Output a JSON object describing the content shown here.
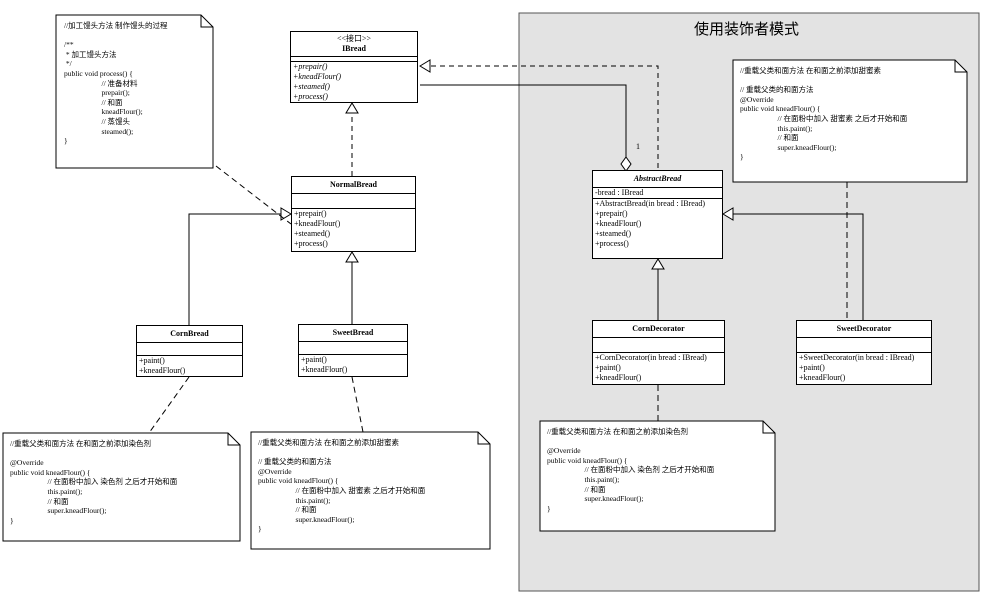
{
  "group": {
    "title": "使用装饰者模式"
  },
  "classes": {
    "ibread": {
      "stereotype": "<<接口>>",
      "name": "IBread",
      "attributes": [],
      "methods": [
        "+prepair()",
        "+kneadFlour()",
        "+steamed()",
        "+process()"
      ]
    },
    "normal": {
      "name": "NormalBread",
      "attributes": [],
      "methods": [
        "+prepair()",
        "+kneadFlour()",
        "+steamed()",
        "+process()"
      ]
    },
    "corn": {
      "name": "CornBread",
      "attributes": [],
      "methods": [
        "+paint()",
        "+kneadFlour()"
      ]
    },
    "sweet": {
      "name": "SweetBread",
      "attributes": [],
      "methods": [
        "+paint()",
        "+kneadFlour()"
      ]
    },
    "abstract": {
      "name": "AbstractBread",
      "attributes": [
        "-bread : IBread"
      ],
      "methods": [
        "+AbstractBread(in bread : IBread)",
        "+prepair()",
        "+kneadFlour()",
        "+steamed()",
        "+process()"
      ]
    },
    "corndec": {
      "name": "CornDecorator",
      "attributes": [],
      "methods": [
        "+CornDecorator(in bread : IBread)",
        "+paint()",
        "+kneadFlour()"
      ]
    },
    "sweetdec": {
      "name": "SweetDecorator",
      "attributes": [],
      "methods": [
        "+SweetDecorator(in bread : IBread)",
        "+paint()",
        "+kneadFlour()"
      ]
    }
  },
  "notes": {
    "process": "//加工馒头方法 制作馒头的过程\n\n/**\n * 加工馒头方法\n */\npublic void process() {\n                    // 准备材料\n                    prepair();\n                    // 和面\n                    kneadFlour();\n                    // 蒸馒头\n                    steamed();\n}",
    "cornbread": "//重载父类和面方法 在和面之前添加染色剂\n\n@Override\npublic void kneadFlour() {\n                    // 在面粉中加入 染色剂 之后才开始和面\n                    this.paint();\n                    // 和面\n                    super.kneadFlour();\n}",
    "sweetbread": "//重载父类和面方法 在和面之前添加甜蜜素\n\n// 重载父类的和面方法\n@Override\npublic void kneadFlour() {\n                    // 在面粉中加入 甜蜜素 之后才开始和面\n                    this.paint();\n                    // 和面\n                    super.kneadFlour();\n}",
    "sweetdec": "//重载父类和面方法 在和面之前添加甜蜜素\n\n// 重载父类的和面方法\n@Override\npublic void kneadFlour() {\n                    // 在面粉中加入 甜蜜素 之后才开始和面\n                    this.paint();\n                    // 和面\n                    super.kneadFlour();\n}",
    "corndec": "//重载父类和面方法 在和面之前添加染色剂\n\n@Override\npublic void kneadFlour() {\n                    // 在面粉中加入 染色剂 之后才开始和面\n                    this.paint();\n                    // 和面\n                    super.kneadFlour();\n}"
  },
  "multiplicity": {
    "aggregation": "1"
  }
}
